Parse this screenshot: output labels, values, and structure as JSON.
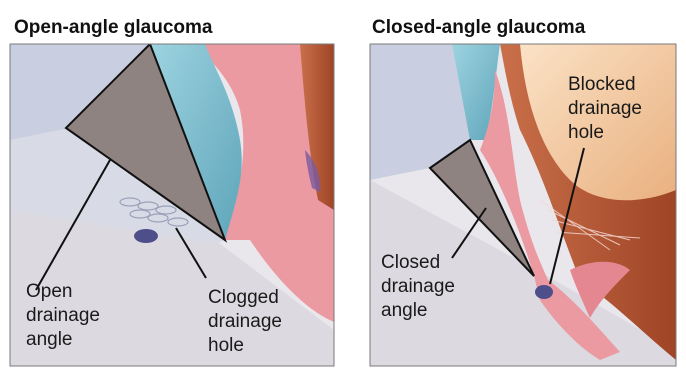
{
  "panels": [
    {
      "title": "Open-angle glaucoma",
      "label_angle": [
        "Open",
        "drainage",
        "angle"
      ],
      "label_hole": [
        "Clogged",
        "drainage",
        "hole"
      ]
    },
    {
      "title": "Closed-angle glaucoma",
      "label_angle": [
        "Closed",
        "drainage",
        "angle"
      ],
      "label_hole": [
        "Blocked",
        "drainage",
        "hole"
      ]
    }
  ],
  "colors": {
    "sclera": "#e8e6ea",
    "cornea": "#c7cde0",
    "iris": "#e88f98",
    "iris_dark": "#cf6f78",
    "ciliary": "#b85b3b",
    "lens": "#f3c7a0",
    "angle": "#8c817e",
    "fluid": "#8fc6d6",
    "blockage": "#4e4f8a"
  }
}
